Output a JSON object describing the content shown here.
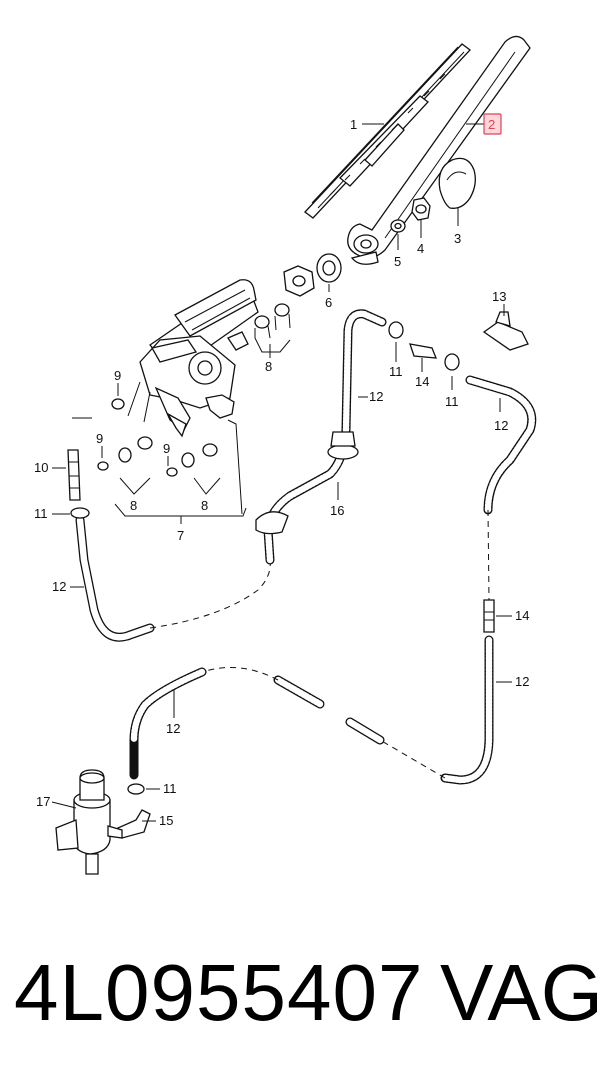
{
  "diagram": {
    "callouts": [
      {
        "id": "c1",
        "text": "1"
      },
      {
        "id": "c2",
        "text": "2",
        "highlighted": true
      },
      {
        "id": "c3",
        "text": "3"
      },
      {
        "id": "c4",
        "text": "4"
      },
      {
        "id": "c5",
        "text": "5"
      },
      {
        "id": "c6",
        "text": "6"
      },
      {
        "id": "c7",
        "text": "7"
      },
      {
        "id": "c8a",
        "text": "8"
      },
      {
        "id": "c8b",
        "text": "8"
      },
      {
        "id": "c8c",
        "text": "8"
      },
      {
        "id": "c9a",
        "text": "9"
      },
      {
        "id": "c9b",
        "text": "9"
      },
      {
        "id": "c9c",
        "text": "9"
      },
      {
        "id": "c10",
        "text": "10"
      },
      {
        "id": "c11a",
        "text": "11"
      },
      {
        "id": "c11b",
        "text": "11"
      },
      {
        "id": "c11c",
        "text": "11"
      },
      {
        "id": "c11d",
        "text": "11"
      },
      {
        "id": "c12a",
        "text": "12"
      },
      {
        "id": "c12b",
        "text": "12"
      },
      {
        "id": "c12c",
        "text": "12"
      },
      {
        "id": "c12d",
        "text": "12"
      },
      {
        "id": "c12e",
        "text": "12"
      },
      {
        "id": "c13",
        "text": "13"
      },
      {
        "id": "c14a",
        "text": "14"
      },
      {
        "id": "c14b",
        "text": "14"
      },
      {
        "id": "c15",
        "text": "15"
      },
      {
        "id": "c16",
        "text": "16"
      },
      {
        "id": "c17",
        "text": "17"
      }
    ],
    "highlight_color": "#d8455a"
  },
  "footer": {
    "part_number": "4L0955407",
    "brand": "VAG"
  }
}
